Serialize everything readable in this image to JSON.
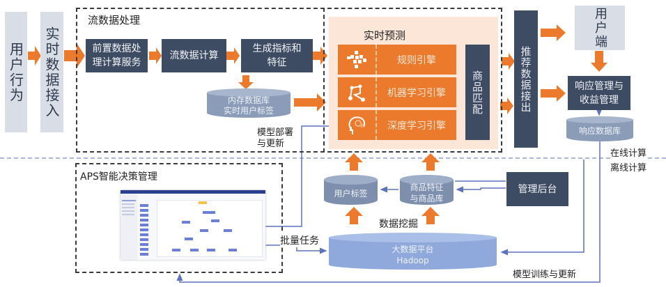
{
  "left": {
    "user_behavior": "用户行为",
    "realtime_ingest": "实时数据接入"
  },
  "stream": {
    "title": "流数据处理",
    "pre_processing": "前置数据处理计算服务",
    "pre_processing_l1": "前置数据处",
    "pre_processing_l2": "理计算服务",
    "stream_compute": "流数据计算",
    "features_l1": "生成指标和",
    "features_l2": "特征",
    "memdb_l1": "内存数据库",
    "memdb_l2": "实时用户标签",
    "model_deploy_l1": "模型部署",
    "model_deploy_l2": "与更新"
  },
  "prediction": {
    "title": "实时预测",
    "engines": [
      {
        "label": "规则引擎",
        "icon": "rule-blocks-icon"
      },
      {
        "label": "机器学习引擎",
        "icon": "ml-graph-icon"
      },
      {
        "label": "深度学习引擎",
        "icon": "brain-head-icon"
      }
    ],
    "product_match": "商品匹配"
  },
  "right": {
    "recommend_output": "推荐数据接出",
    "client": "用户端",
    "response_mgmt_l1": "响应管理与",
    "response_mgmt_l2": "收益管理",
    "response_db": "响应数据库",
    "online": "在线计算",
    "offline": "离线计算"
  },
  "offline": {
    "aps_title": "APS智能决策管理",
    "user_tags": "用户标签",
    "product_db_l1": "商品特征",
    "product_db_l2": "与商品库",
    "admin": "管理后台",
    "data_mining": "数据挖掘",
    "batch_tasks": "批量任务",
    "bigdata_l1": "大数据平台",
    "bigdata_l2": "Hadoop",
    "model_training": "模型训练与更新"
  },
  "colors": {
    "orange": "#ec7a2c",
    "dark_navy": "#3d4b63",
    "light_gray_blue": "#d9dde6",
    "peach_bg": "#fbe6d8",
    "cylinder_gray": "#8b9cb8",
    "cylinder_blue": "#8fa9dc",
    "line_blue": "#6f84c4"
  }
}
